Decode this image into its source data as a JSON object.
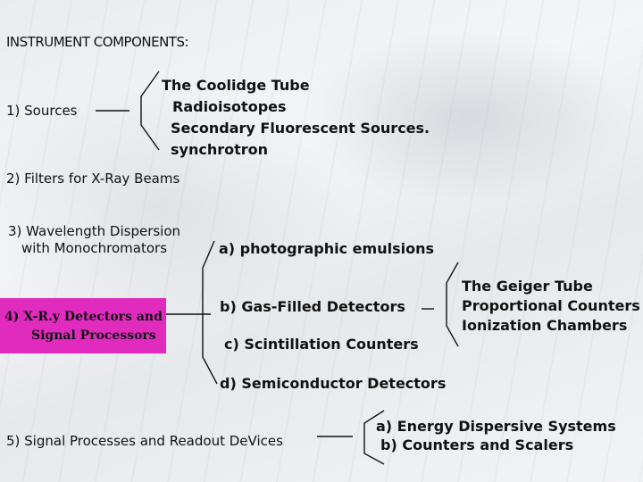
{
  "title": "INSTRUMENT COMPONENTS:",
  "sources": {
    "label": "1) Sources",
    "items": [
      "The Coolidge Tube",
      "Radioisotopes",
      "Secondary Fluorescent Sources.",
      "synchrotron"
    ]
  },
  "filters": {
    "label": "2) Filters for X-Ray Beams"
  },
  "wavelength": {
    "line1": "3) Wavelength Dispersion",
    "line2": "with Monochromators"
  },
  "detectors": {
    "line1": "4) X-R.y Detectors and",
    "line2": "Signal Processors",
    "highlight_color": "#e12bbf",
    "types": [
      "a)  photographic emulsions",
      "b) Gas-Filled Detectors",
      "c) Scintillation Counters",
      "d) Semiconductor Detectors"
    ],
    "gas_filled": [
      "The Geiger Tube",
      "Proportional Counters",
      "Ionization Chambers"
    ]
  },
  "signal": {
    "label": "5) Signal Processes and Readout DeVices",
    "items": [
      "a) Energy Dispersive Systems",
      "b) Counters and Scalers"
    ]
  }
}
